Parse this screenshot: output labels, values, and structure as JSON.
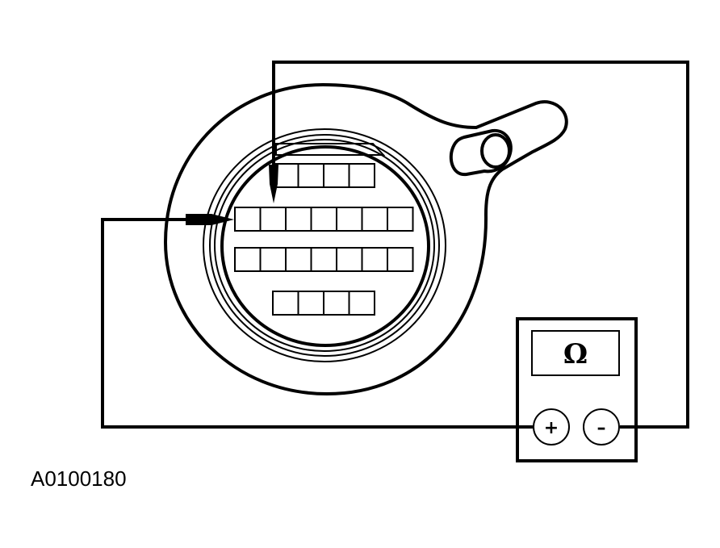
{
  "figure": {
    "id_label": "A0100180"
  },
  "meter": {
    "display_symbol": "Ω",
    "positive_terminal": "+",
    "negative_terminal": "–"
  },
  "connector": {
    "row1_cavities": 4,
    "row2_cavities": 7,
    "row3_cavities": 7,
    "row4_cavities": 4
  }
}
